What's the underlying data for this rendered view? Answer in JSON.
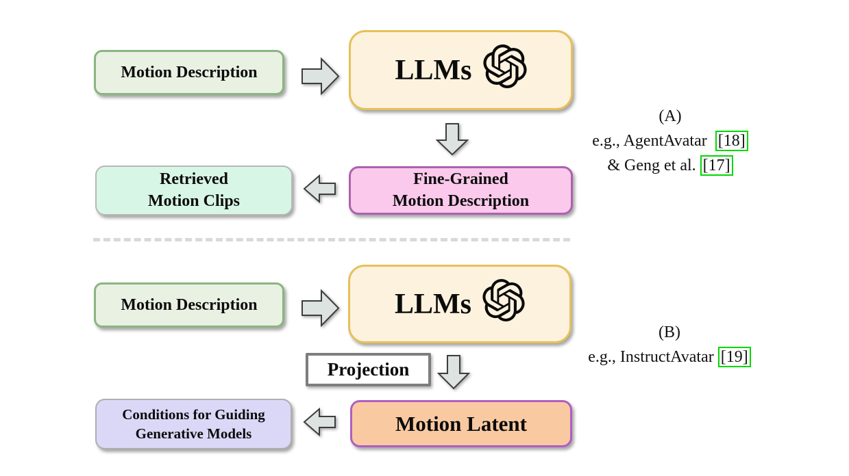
{
  "figure": {
    "section_a": {
      "label": "(A)",
      "caption_line1": {
        "prefix": "e.g., AgentAvatar",
        "ref": "[18]"
      },
      "caption_line2": {
        "prefix": "& Geng et al.",
        "ref": "[17]"
      },
      "motion_description": "Motion Description",
      "llms": "LLMs",
      "fine_grained": {
        "line1": "Fine-Grained",
        "line2": "Motion Description"
      },
      "retrieved": {
        "line1": "Retrieved",
        "line2": "Motion Clips"
      }
    },
    "section_b": {
      "label": "(B)",
      "caption_line1": {
        "prefix": "e.g., InstructAvatar",
        "ref": "[19]"
      },
      "motion_description": "Motion Description",
      "llms": "LLMs",
      "projection": "Projection",
      "motion_latent": "Motion Latent",
      "conditions": {
        "line1": "Conditions for Guiding",
        "line2": "Generative Models"
      }
    },
    "icons": {
      "llm_logo": "openai-logo",
      "flow_arrows": [
        "arrow-right-icon",
        "arrow-down-icon",
        "arrow-left-icon"
      ]
    },
    "colors": {
      "motion_description_fill": "#e9f1e3",
      "motion_description_border": "#8ab580",
      "llms_fill": "#fcf2de",
      "llms_border": "#e7c05a",
      "fine_grained_fill": "#fbc9eb",
      "fine_grained_border": "#ac62ae",
      "retrieved_fill": "#d8f6e5",
      "retrieved_border": "#b5b9b6",
      "motion_latent_fill": "#f9caa2",
      "motion_latent_border": "#b05ec2",
      "conditions_fill": "#dbd8f7",
      "conditions_border": "#aeaeae",
      "projection_border": "#7e7e7e",
      "arrow_fill": "#dde3e0",
      "arrow_stroke": "#3d3d3d",
      "citation_box_border": "#00d800",
      "dashed_divider": "#d9d9d9"
    }
  }
}
